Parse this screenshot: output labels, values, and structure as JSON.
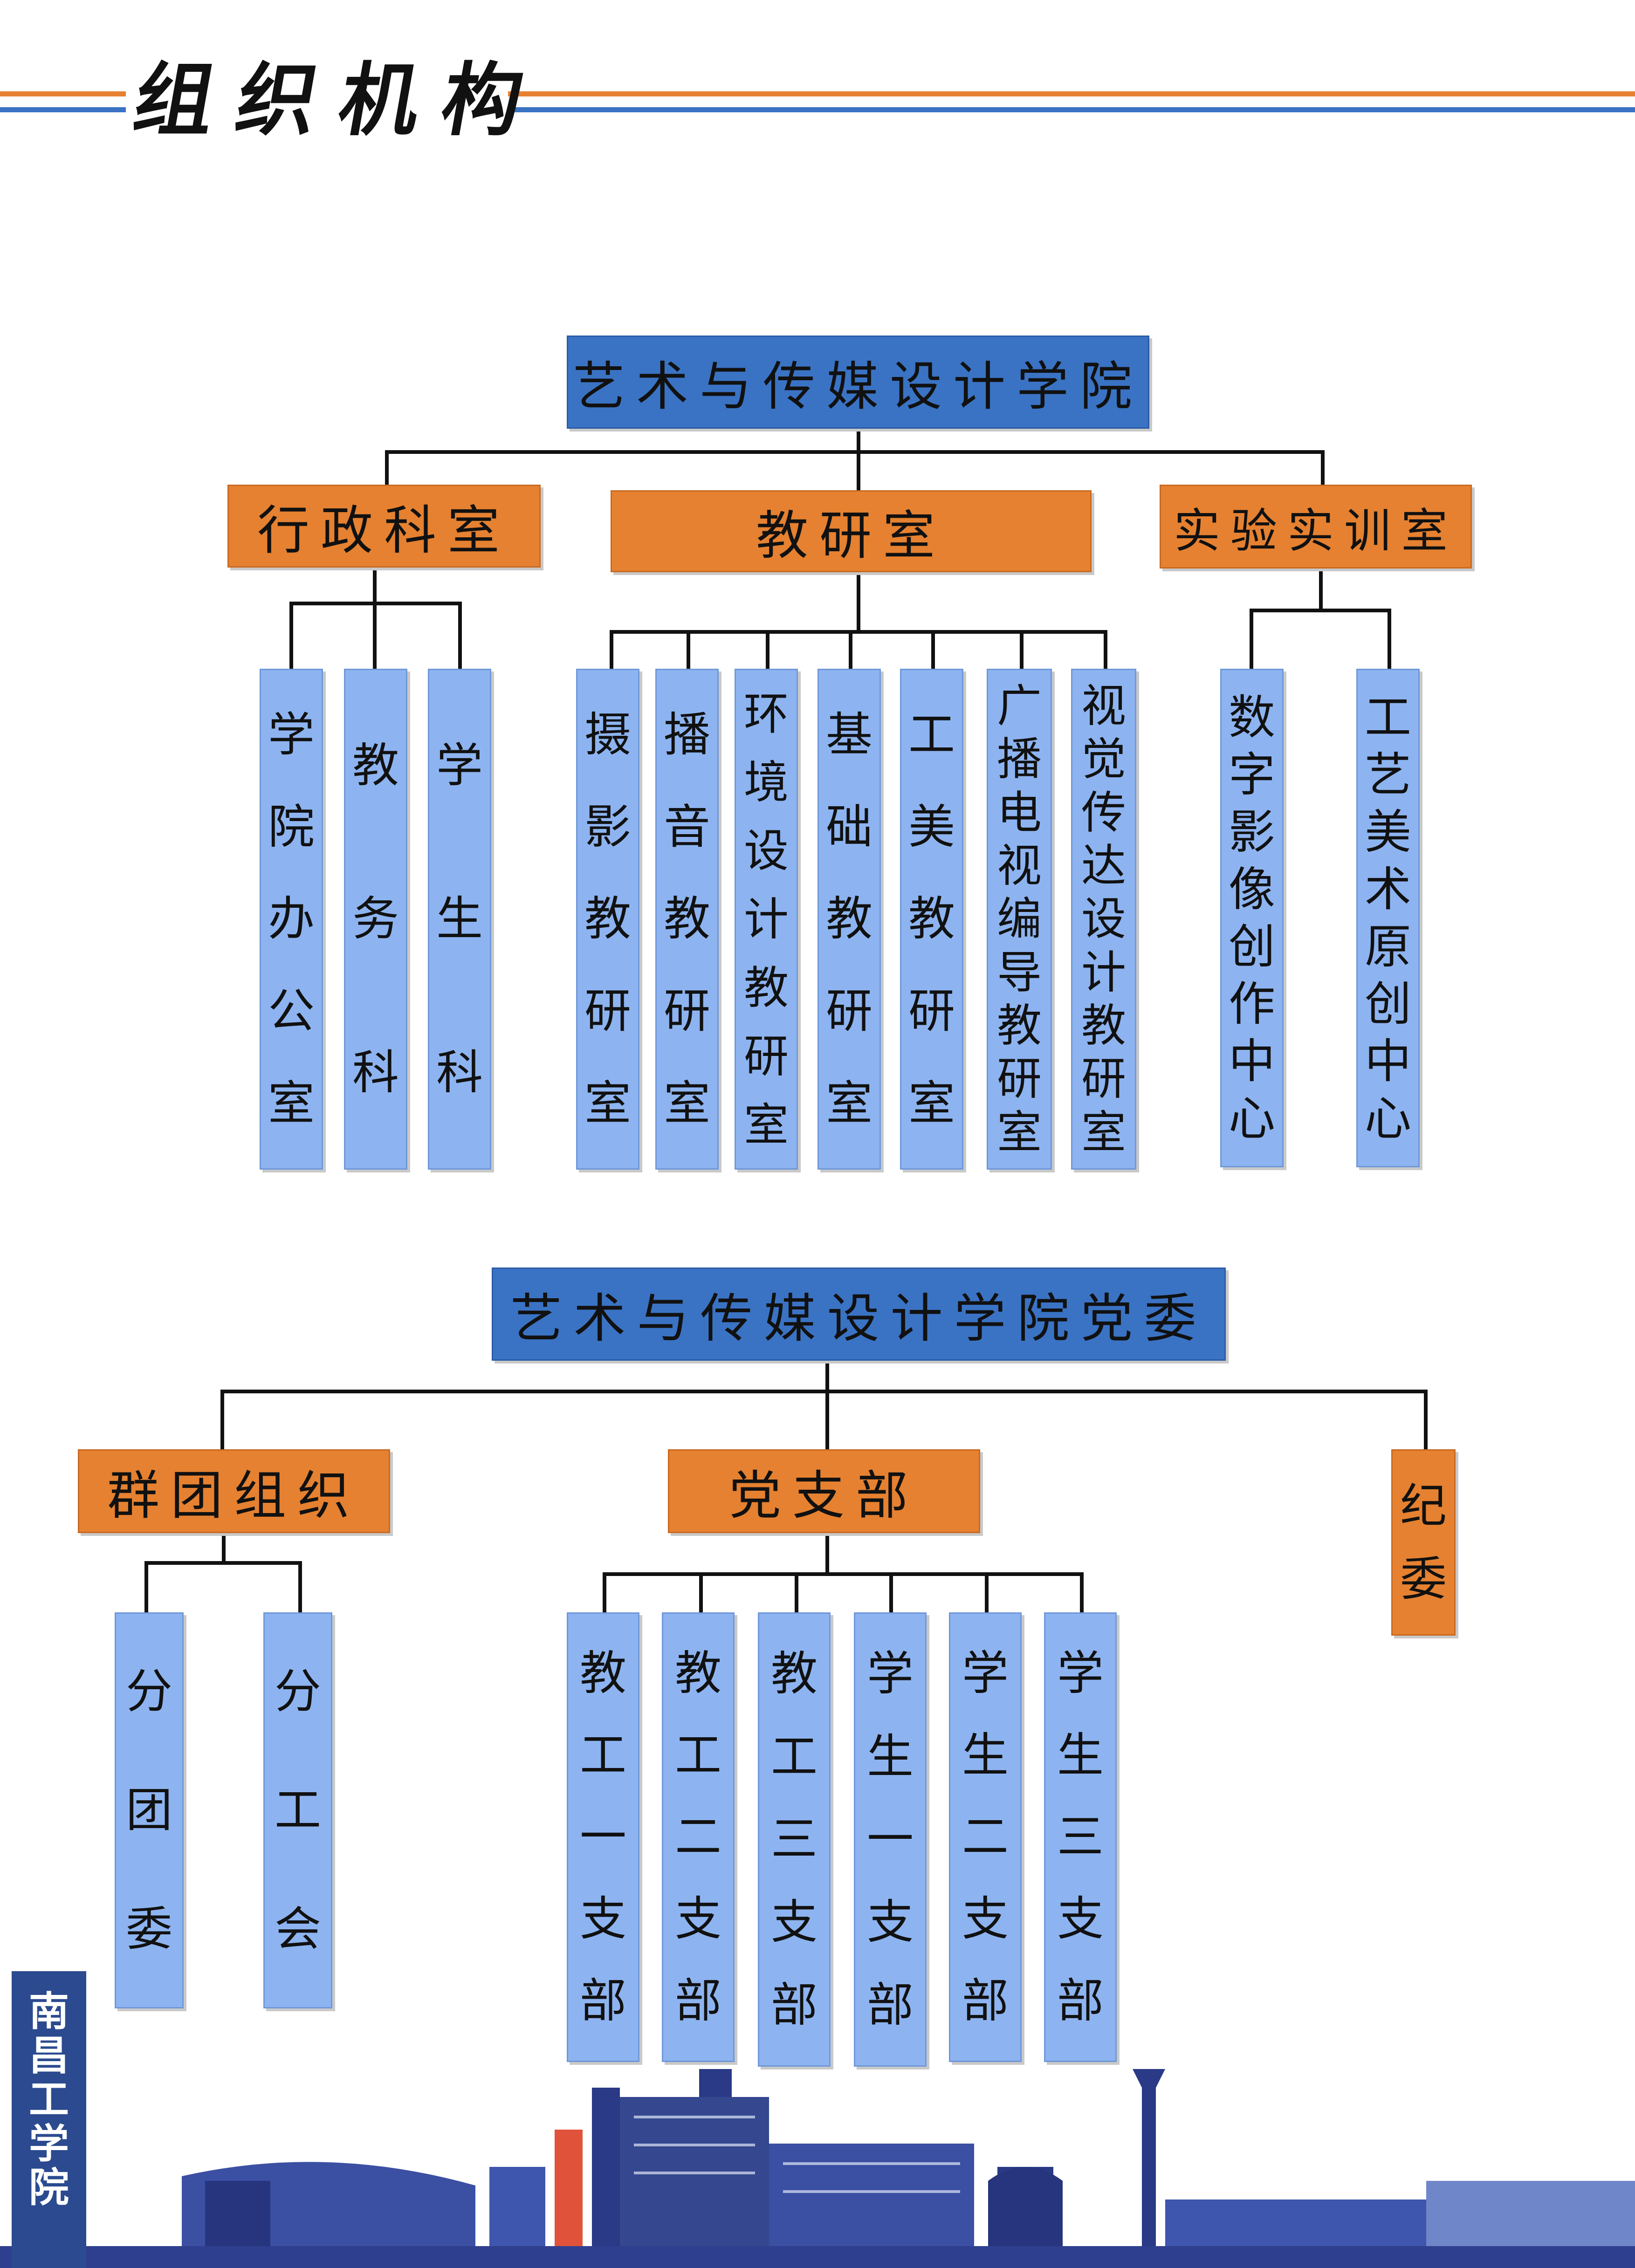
{
  "page": {
    "title": "组织机构"
  },
  "colors": {
    "stripe_orange": "#e58130",
    "stripe_blue": "#3a73c4",
    "top_box_blue": "#3a73c4",
    "orange_box": "#e58130",
    "leaf_box_blue": "#8db4f0"
  },
  "admin_tree": {
    "root": "艺术与传媒设计学院",
    "branches": [
      {
        "label": "行政科室",
        "children": [
          "学院办公室",
          "教务科",
          "学生科"
        ]
      },
      {
        "label": "教研室",
        "children": [
          "摄影教研室",
          "播音教研室",
          "环境设计教研室",
          "基础教研室",
          "工美教研室",
          "广播电视编导教研室",
          "视觉传达设计教研室"
        ]
      },
      {
        "label": "实验实训室",
        "children": [
          "数字影像创作中心",
          "工艺美术原创中心"
        ]
      }
    ]
  },
  "party_tree": {
    "root": "艺术与传媒设计学院党委",
    "branches": [
      {
        "label": "群团组织",
        "children": [
          "分团委",
          "分工会"
        ]
      },
      {
        "label": "党支部",
        "children": [
          "教工一支部",
          "教工二支部",
          "教工三支部",
          "学生一支部",
          "学生二支部",
          "学生三支部"
        ]
      },
      {
        "label": "纪委",
        "children": []
      }
    ]
  },
  "footer": {
    "campus_label": "南昌工学院"
  }
}
